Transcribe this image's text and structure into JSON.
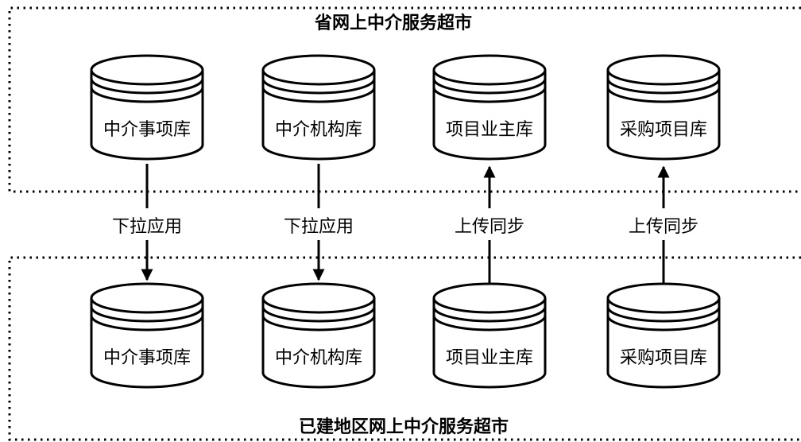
{
  "upper_zone": {
    "title": "省网上中介服务超市",
    "databases": [
      {
        "label": "中介事项库"
      },
      {
        "label": "中介机构库"
      },
      {
        "label": "项目业主库"
      },
      {
        "label": "采购项目库"
      }
    ]
  },
  "lower_zone": {
    "title": "已建地区网上中介服务超市",
    "databases": [
      {
        "label": "中介事项库"
      },
      {
        "label": "中介机构库"
      },
      {
        "label": "项目业主库"
      },
      {
        "label": "采购项目库"
      }
    ]
  },
  "connections": [
    {
      "label": "下拉应用",
      "direction": "down"
    },
    {
      "label": "下拉应用",
      "direction": "down"
    },
    {
      "label": "上传同步",
      "direction": "up"
    },
    {
      "label": "上传同步",
      "direction": "up"
    }
  ],
  "colors": {
    "line": "#000000",
    "fill": "#ffffff",
    "text": "#000000"
  }
}
